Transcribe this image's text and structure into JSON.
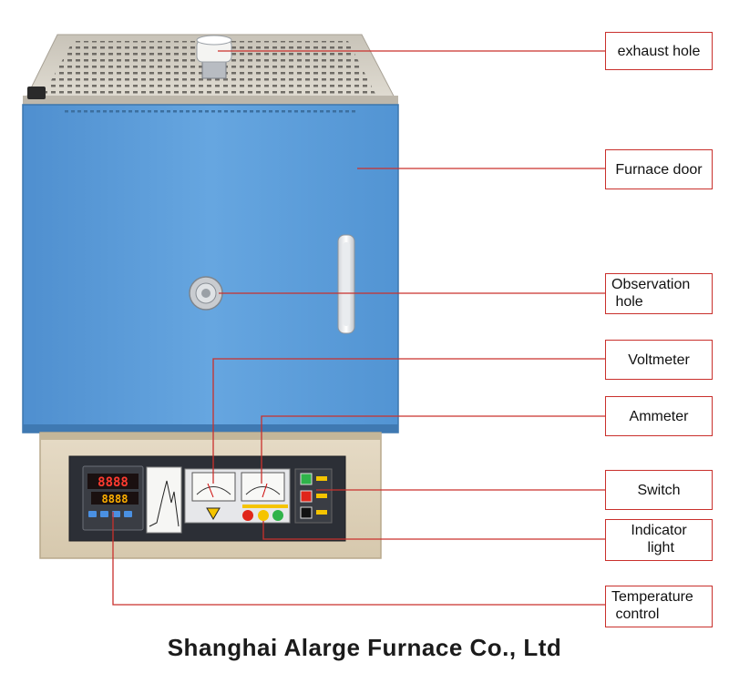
{
  "labels": [
    {
      "id": "exhaust-hole",
      "text": "exhaust hole"
    },
    {
      "id": "furnace-door",
      "text": "Furnace door"
    },
    {
      "id": "observation-hole",
      "line1": "Observation",
      "line2": " hole"
    },
    {
      "id": "voltmeter",
      "text": "Voltmeter"
    },
    {
      "id": "ammeter",
      "text": "Ammeter"
    },
    {
      "id": "switch",
      "text": "Switch"
    },
    {
      "id": "indicator-light",
      "line1": "Indicator",
      "line2": " light"
    },
    {
      "id": "temperature-control",
      "line1": "Temperature",
      "line2": " control"
    }
  ],
  "controller": {
    "pv": "8888",
    "sv": "8888"
  },
  "company": "Shanghai Alarge Furnace Co., Ltd",
  "colors": {
    "door_blue": "#5b9bd5",
    "body_beige": "#ddd0b8",
    "leader_red": "#c9302c",
    "panel_dark": "#2c2f36"
  }
}
